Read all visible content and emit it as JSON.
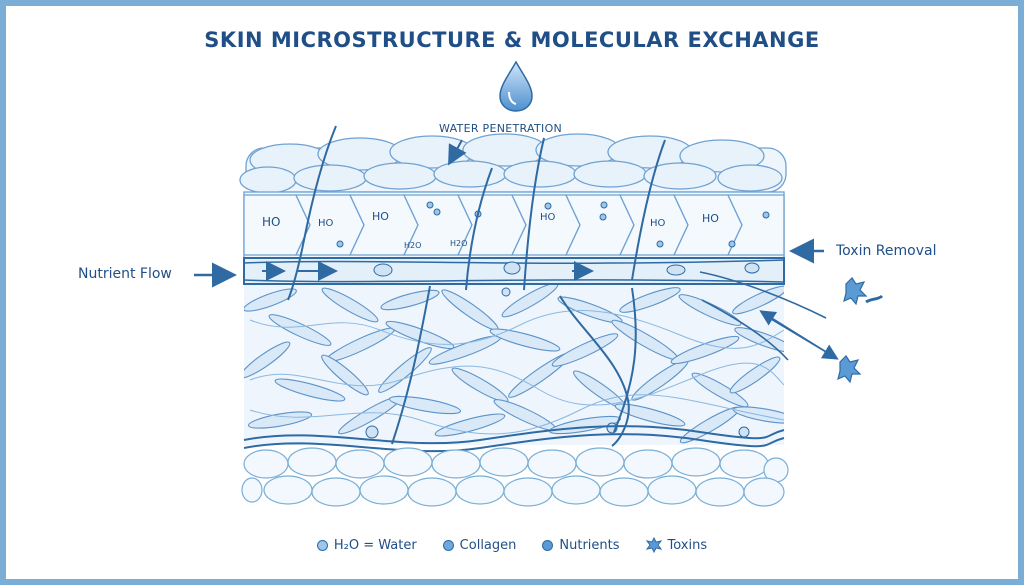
{
  "title": "SKIN MICROSTRUCTURE & MOLECULAR EXCHANGE",
  "labels": {
    "water_penetration": "WATER PENETRATION",
    "nutrient_flow": "Nutrient Flow",
    "toxin_removal": "Toxin Removal"
  },
  "cell_labels": [
    "HO",
    "HO",
    "HO",
    "HO",
    "HO",
    "HO",
    "H2O",
    "H2O"
  ],
  "legend": [
    {
      "label": "H₂O = Water",
      "icon": "water-dot"
    },
    {
      "label": "Collagen",
      "icon": "collagen-dot"
    },
    {
      "label": "Nutrients",
      "icon": "nutrient-dot"
    },
    {
      "label": "Toxins",
      "icon": "toxin-star"
    }
  ],
  "colors": {
    "primary": "#1f4f86",
    "line": "#2f6aa3",
    "fill_light": "#e8f2fb",
    "fill_mid": "#cfe3f5",
    "border": "#7aaed6"
  }
}
